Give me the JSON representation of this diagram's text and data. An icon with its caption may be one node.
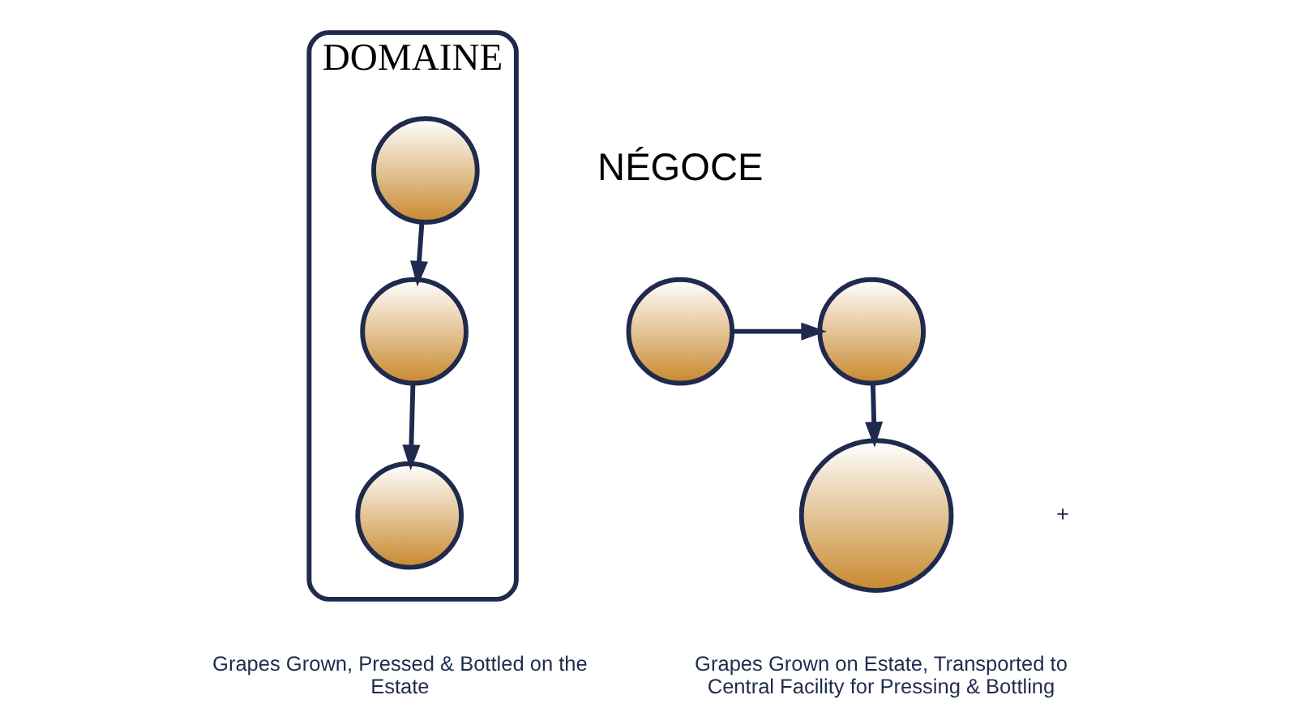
{
  "diagram": {
    "nodes": [
      {
        "text": [
          "DOMAINE"
        ]
      },
      {
        "text": [],
        "shape": "circle",
        "in": 0
      },
      {
        "text": [],
        "shape": "circle",
        "in": 0
      },
      {
        "text": [],
        "shape": "circle",
        "in": 0
      },
      {
        "text": [],
        "shape": "circle"
      },
      {
        "text": [],
        "shape": "circle"
      },
      {
        "text": [],
        "shape": "circle"
      }
    ],
    "edges": [
      {
        "from": 1,
        "to": 2,
        "arrow": "to"
      },
      {
        "from": 2,
        "to": 3,
        "arrow": "to"
      },
      {
        "from": 4,
        "to": 5,
        "arrow": "to"
      },
      {
        "from": 5,
        "to": 6,
        "arrow": "to"
      }
    ],
    "labels": [
      "Grapes Grown, Pressed & Bottled on the Estate",
      "NÉGOCE",
      "+",
      "Grapes Grown on Estate, Transported to Central Facility for Pressing & Bottling"
    ]
  }
}
